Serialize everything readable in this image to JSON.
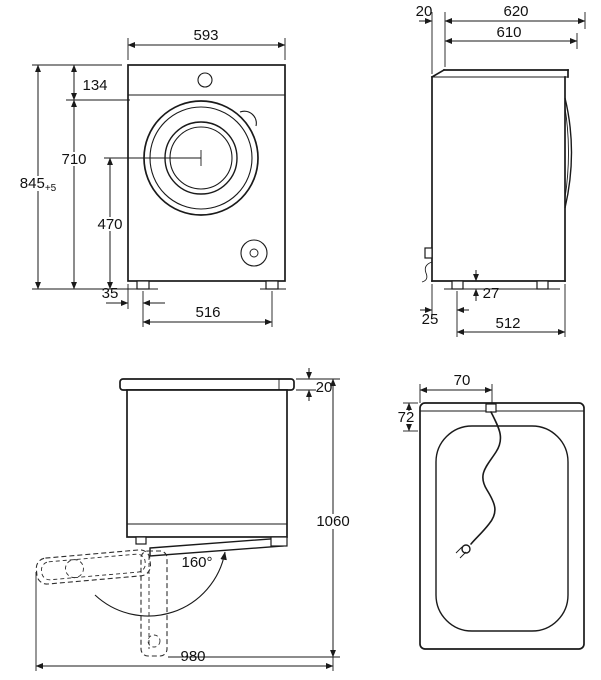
{
  "drawing": {
    "front_view": {
      "width": "593",
      "top_to_door_top": "134",
      "door_top_to_floor": "710",
      "overall_height": "845",
      "height_tolerance": "+5",
      "door_center_to_floor": "470",
      "foot_side_inset": "35",
      "feet_span": "516"
    },
    "side_view": {
      "rear_clearance": "20",
      "overall_depth": "620",
      "cabinet_depth": "610",
      "foot_height": "27",
      "rear_foot_inset": "25",
      "feet_span": "512"
    },
    "door_open_view": {
      "worktop_thickness": "20",
      "height_door_open": "1060",
      "door_opening_angle": "160°",
      "depth_door_open": "980"
    },
    "top_view": {
      "cord_side_offset": "70",
      "cord_front_offset": "72"
    }
  }
}
